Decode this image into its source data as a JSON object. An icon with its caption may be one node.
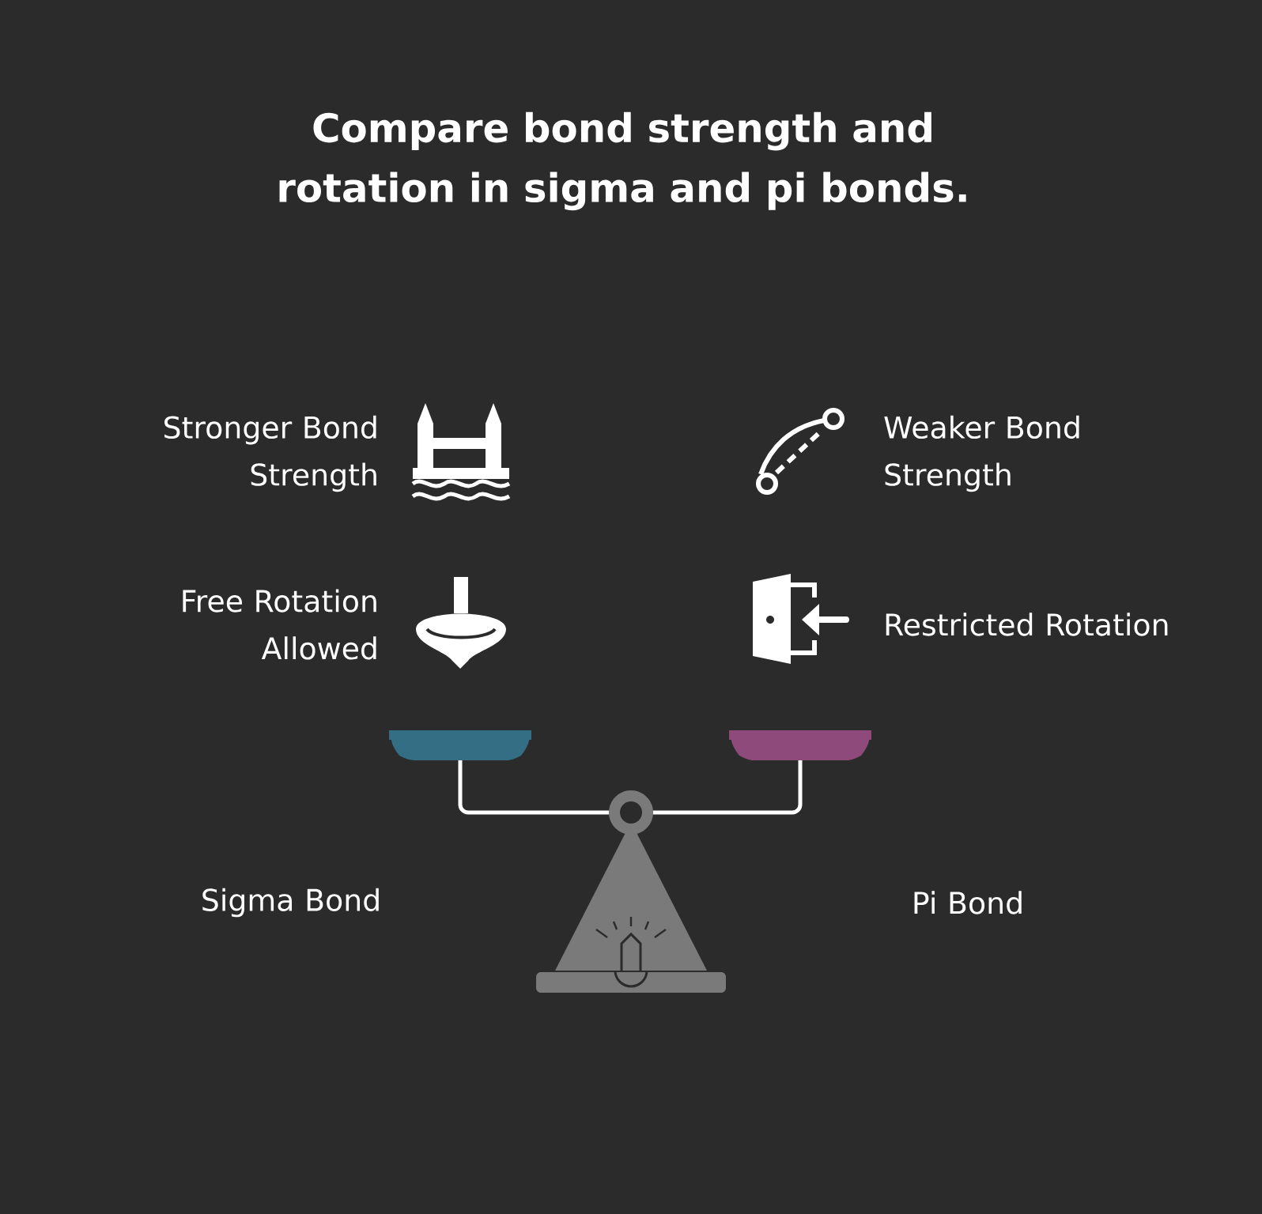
{
  "diagram": {
    "title": "Compare bond strength and rotation in sigma and pi bonds.",
    "labels": [
      "Stronger Bond Strength",
      "Weaker Bond Strength",
      "Free Rotation Allowed",
      "Restricted Rotation",
      "Sigma Bond",
      "Pi Bond"
    ]
  }
}
